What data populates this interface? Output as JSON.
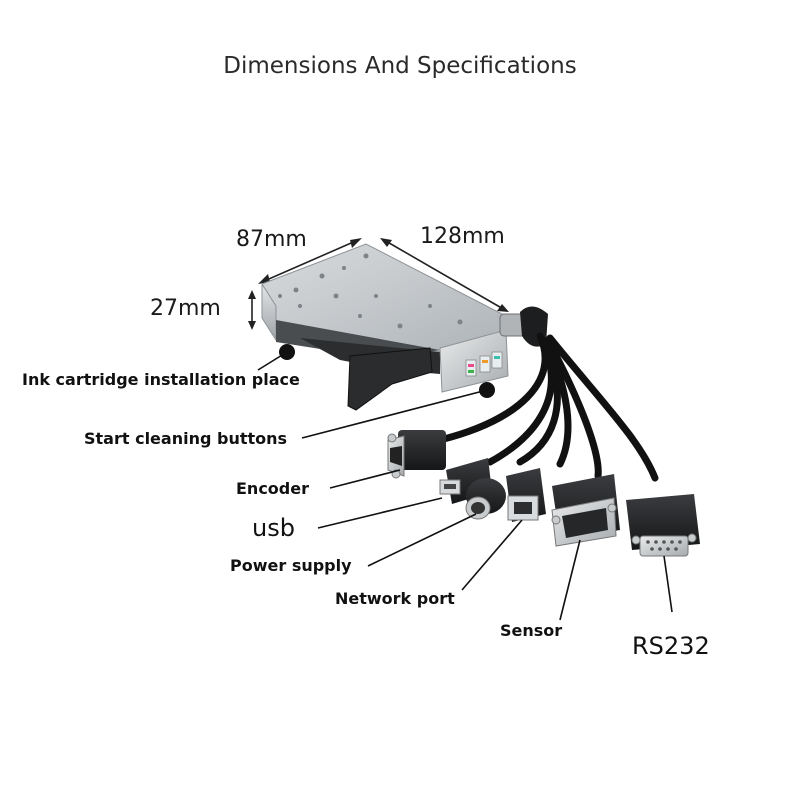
{
  "title": "Dimensions And Specifications",
  "dimensions": {
    "width": "87mm",
    "length": "128mm",
    "height": "27mm"
  },
  "labels": {
    "ink_cartridge": "Ink cartridge installation place",
    "cleaning_buttons": "Start cleaning buttons",
    "encoder": "Encoder",
    "usb": "usb",
    "power_supply": "Power supply",
    "network_port": "Network port",
    "sensor": "Sensor",
    "rs232": "RS232"
  }
}
